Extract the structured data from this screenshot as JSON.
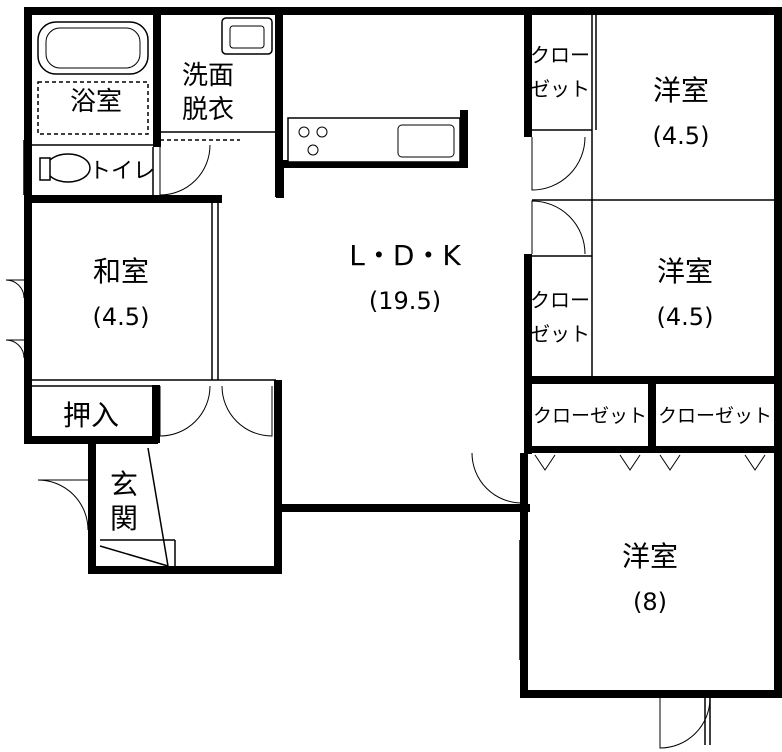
{
  "rooms": {
    "bath": "浴室",
    "wash_line1": "洗面",
    "wash_line2": "脱衣",
    "toilet": "トイレ",
    "washitsu": "和室",
    "washitsu_size": "(4.5)",
    "oshiire": "押入",
    "genkan_line1": "玄",
    "genkan_line2": "関",
    "ldk": "L・D・K",
    "ldk_size": "(19.5)",
    "youshitsu_top": "洋室",
    "youshitsu_top_size": "(4.5)",
    "youshitsu_mid": "洋室",
    "youshitsu_mid_size": "(4.5)",
    "youshitsu_big": "洋室",
    "youshitsu_big_size": "(8)"
  },
  "closets": {
    "c1_line1": "クロー",
    "c1_line2": "ゼット",
    "c2_line1": "クロー",
    "c2_line2": "ゼット",
    "c3": "クローゼット",
    "c4": "クローゼット"
  }
}
